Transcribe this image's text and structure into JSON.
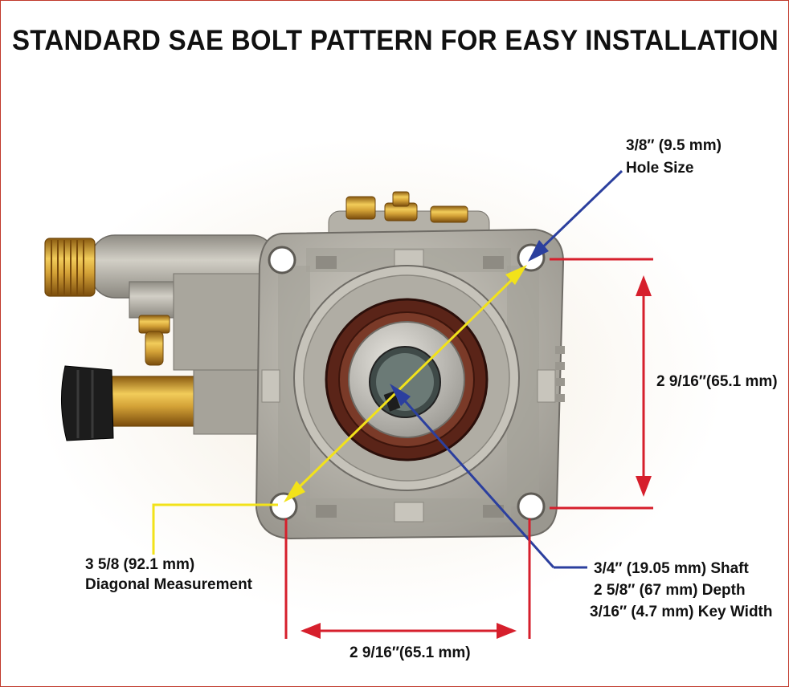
{
  "title": "STANDARD SAE BOLT PATTERN FOR EASY INSTALLATION",
  "labels": {
    "hole_size_value": "3/8″ (9.5 mm)",
    "hole_size_caption": "Hole Size",
    "vertical_spacing": "2 9/16″(65.1 mm)",
    "horizontal_spacing": "2 9/16″(65.1 mm)",
    "diagonal_value": "3 5/8 (92.1 mm)",
    "diagonal_caption": "Diagonal Measurement",
    "shaft_size": "3/4″ (19.05 mm) Shaft",
    "shaft_depth": "2 5/8″ (67 mm) Depth",
    "key_width": "3/16″ (4.7 mm) Key Width"
  },
  "colors": {
    "dimension_red": "#d61f2c",
    "pointer_blue": "#2b3f9e",
    "diagonal_yellow": "#f2e21a",
    "aluminum": "#b9b6ac",
    "brass": "#d4a237",
    "seal_brown": "#5a2418"
  }
}
